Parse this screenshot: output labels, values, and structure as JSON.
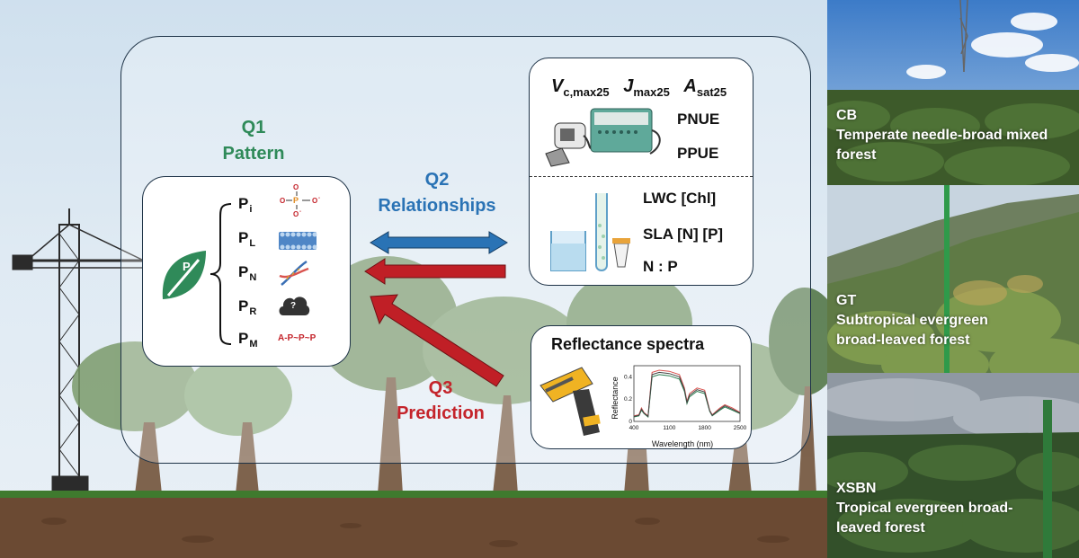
{
  "questions": {
    "q1": {
      "number": "Q1",
      "title": "Pattern"
    },
    "q2": {
      "number": "Q2",
      "title": "Relationships"
    },
    "q3": {
      "number": "Q3",
      "title": "Prediction"
    }
  },
  "p_fractions": {
    "leaf_label": "P",
    "items": [
      {
        "main": "P",
        "sub": "i",
        "icon": "phosphate-icon"
      },
      {
        "main": "P",
        "sub": "L",
        "icon": "membrane-icon"
      },
      {
        "main": "P",
        "sub": "N",
        "icon": "dna-icon"
      },
      {
        "main": "P",
        "sub": "R",
        "icon": "unknown-cloud-icon",
        "icon_text": "?"
      },
      {
        "main": "P",
        "sub": "M",
        "icon": "atp-icon",
        "icon_text": "A-P~P~P"
      }
    ],
    "phosphate_text": {
      "p": "P",
      "o": "O",
      "charge": "-"
    }
  },
  "traits": {
    "gas_exchange": [
      {
        "symbol": "V",
        "sub": "c,max25"
      },
      {
        "symbol": "J",
        "sub": "max25"
      },
      {
        "symbol": "A",
        "sub": "sat25"
      }
    ],
    "efficiency": [
      "PNUE",
      "PPUE"
    ],
    "leaf_traits": [
      "LWC [Chl]",
      "SLA [N] [P]",
      "N : P"
    ]
  },
  "reflectance": {
    "title": "Reflectance spectra"
  },
  "chart_data": {
    "type": "line",
    "xlabel": "Wavelength (nm)",
    "ylabel": "Reflectance",
    "xlim": [
      400,
      2500
    ],
    "ylim": [
      0,
      0.5
    ],
    "x_ticks": [
      "400",
      "1100",
      "1800",
      "2500"
    ],
    "y_ticks": [
      "0",
      "0.2",
      "0.4"
    ],
    "x": [
      400,
      500,
      550,
      600,
      680,
      720,
      760,
      900,
      1100,
      1300,
      1400,
      1450,
      1500,
      1650,
      1800,
      1900,
      1950,
      2100,
      2200,
      2350,
      2500
    ],
    "series": [
      {
        "color": "#d9534f",
        "values": [
          0.05,
          0.06,
          0.12,
          0.08,
          0.05,
          0.25,
          0.44,
          0.46,
          0.45,
          0.42,
          0.3,
          0.18,
          0.25,
          0.3,
          0.28,
          0.1,
          0.06,
          0.12,
          0.15,
          0.12,
          0.08
        ]
      },
      {
        "color": "#2a7d4f",
        "values": [
          0.04,
          0.05,
          0.1,
          0.07,
          0.04,
          0.22,
          0.4,
          0.42,
          0.41,
          0.38,
          0.27,
          0.16,
          0.22,
          0.27,
          0.25,
          0.09,
          0.05,
          0.1,
          0.13,
          0.1,
          0.07
        ]
      },
      {
        "color": "#444444",
        "values": [
          0.045,
          0.055,
          0.11,
          0.075,
          0.045,
          0.235,
          0.42,
          0.44,
          0.43,
          0.4,
          0.285,
          0.17,
          0.235,
          0.285,
          0.265,
          0.095,
          0.055,
          0.11,
          0.14,
          0.11,
          0.075
        ]
      }
    ]
  },
  "sites": [
    {
      "code": "CB",
      "name": "Temperate needle-broad mixed forest"
    },
    {
      "code": "GT",
      "name": "Subtropical evergreen broad-leaved forest"
    },
    {
      "code": "XSBN",
      "name": "Tropical evergreen broad-leaved forest"
    }
  ],
  "colors": {
    "q1": "#2f8a59",
    "q2": "#2a73b5",
    "q3": "#c4242b",
    "arrow_blue": "#2a73b5",
    "arrow_red": "#c01f26",
    "leaf": "#2f8a59"
  }
}
